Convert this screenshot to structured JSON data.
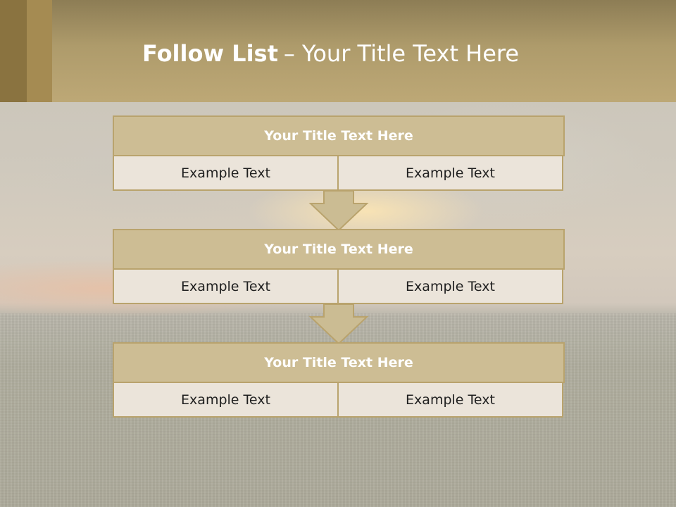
{
  "slide": {
    "title_bold": "Follow List",
    "title_rest": "– Your Title Text Here"
  },
  "blocks": [
    {
      "title": "Your Title Text Here",
      "left": "Example Text",
      "right": "Example Text"
    },
    {
      "title": "Your Title Text Here",
      "left": "Example Text",
      "right": "Example Text"
    },
    {
      "title": "Your Title Text Here",
      "left": "Example Text",
      "right": "Example Text"
    }
  ],
  "colors": {
    "header": "#ae9b6b",
    "title_bar": "#cdbd94",
    "cell": "#ebe4da",
    "border": "#b9a36d",
    "arrow_fill": "#cbbc93"
  }
}
